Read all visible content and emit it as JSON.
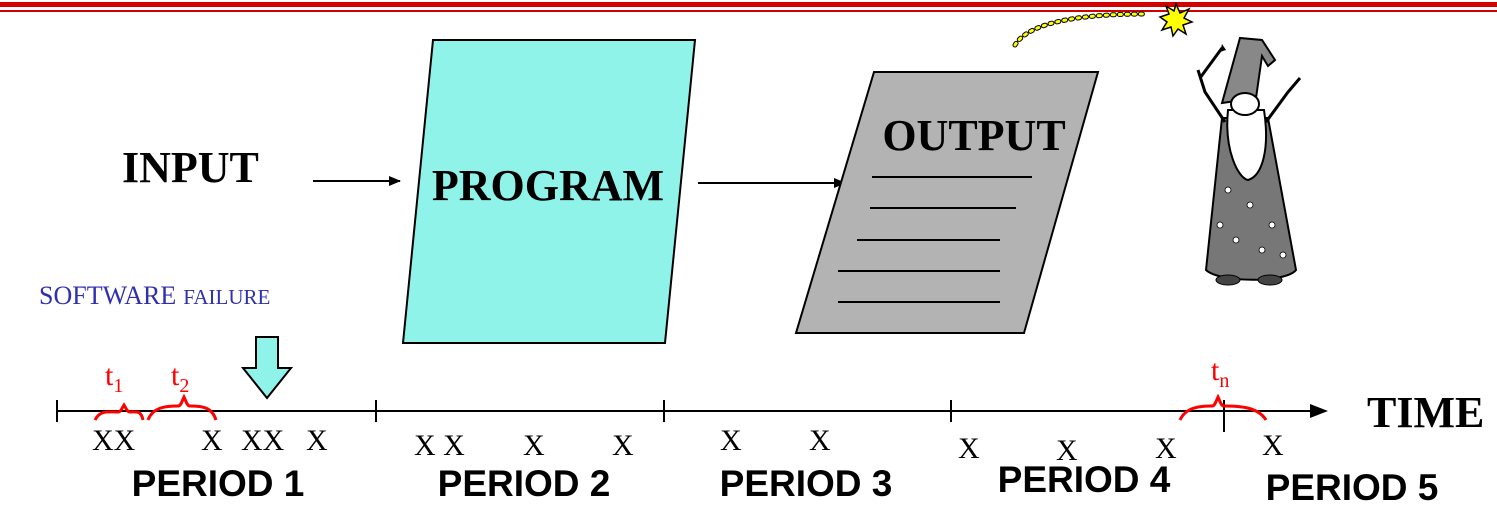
{
  "colors": {
    "header_rule": "#d40000",
    "program_fill": "#8ff3ea",
    "output_fill": "#b3b3b3",
    "failure_text": "#2f2fb0",
    "failure_arrow": "#8ff3ea",
    "interval_mark": "#ff0000",
    "spark": "#ffff00"
  },
  "labels": {
    "input": "INPUT",
    "program": "PROGRAM",
    "output": "OUTPUT",
    "software_word": "SOFTWARE",
    "failure_word": "FAILURE",
    "time": "TIME",
    "t1_base": "t",
    "t1_sub": "1",
    "t2_base": "t",
    "t2_sub": "2",
    "tn_base": "t",
    "tn_sub": "n"
  },
  "failure_marks": [
    {
      "text": "XX"
    },
    {
      "text": "X"
    },
    {
      "text": "XX"
    },
    {
      "text": "X"
    },
    {
      "text": "X X"
    },
    {
      "text": "X"
    },
    {
      "text": "X"
    },
    {
      "text": "X"
    },
    {
      "text": "X"
    },
    {
      "text": "X"
    },
    {
      "text": "X"
    },
    {
      "text": "X"
    },
    {
      "text": "X"
    }
  ],
  "periods": [
    {
      "label": "PERIOD 1"
    },
    {
      "label": "PERIOD 2"
    },
    {
      "label": "PERIOD 3"
    },
    {
      "label": "PERIOD 4"
    },
    {
      "label": "PERIOD 5"
    }
  ],
  "icons": {
    "wizard": "wizard-icon",
    "spark": "spark-icon",
    "failure_arrow": "down-arrow-icon"
  }
}
